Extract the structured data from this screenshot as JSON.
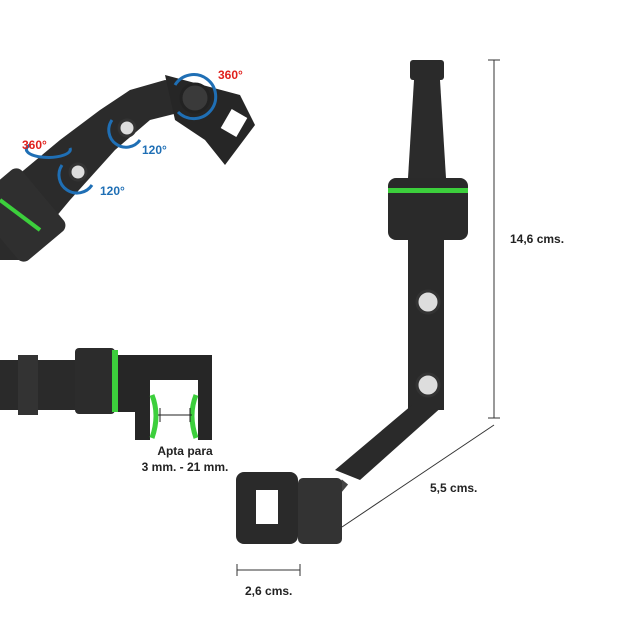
{
  "rotation_labels": {
    "top_360": "360°",
    "left_360": "360°",
    "upper_120": "120°",
    "lower_120": "120°"
  },
  "dimensions": {
    "height": "14,6 cms.",
    "arm": "5,5 cms.",
    "width": "2,6 cms."
  },
  "clamp_caption": {
    "line1": "Apta para",
    "line2": "3 mm. - 21 mm."
  },
  "colors": {
    "accent": "#3ccf3c",
    "red": "#e0201c",
    "blue": "#1f6fb5",
    "body": "#2a2a2a"
  }
}
